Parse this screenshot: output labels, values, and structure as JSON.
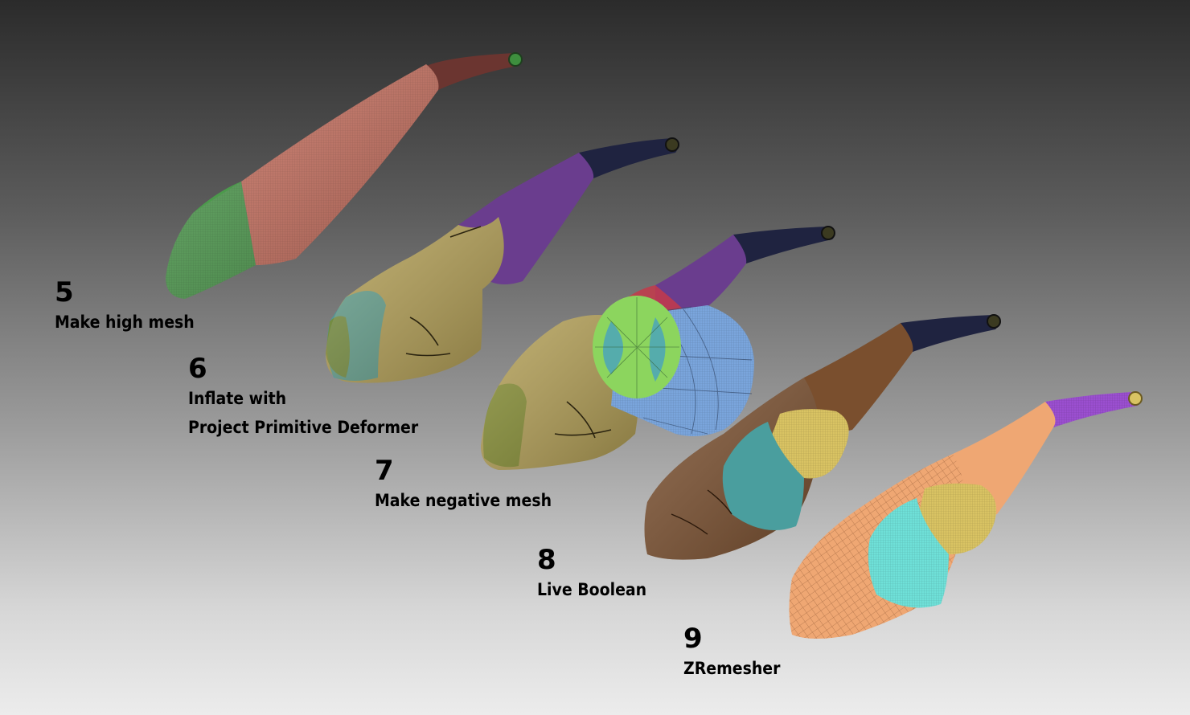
{
  "steps": [
    {
      "num": "5",
      "caption_lines": [
        "Make high mesh"
      ]
    },
    {
      "num": "6",
      "caption_lines": [
        "Inflate with",
        "Project Primitive Deformer"
      ]
    },
    {
      "num": "7",
      "caption_lines": [
        "Make negative mesh"
      ]
    },
    {
      "num": "8",
      "caption_lines": [
        "Live Boolean"
      ]
    },
    {
      "num": "9",
      "caption_lines": [
        "ZRemesher"
      ]
    }
  ],
  "colors": {
    "bg_top": "#2b2b2b",
    "bg_bottom": "#ececec",
    "salmon": "#c9705f",
    "green": "#4c9a4c",
    "dark_red": "#6b3530",
    "purple": "#6a3d8e",
    "navy": "#1f2340",
    "olive_yellow": "#b39f55",
    "teal": "#4a9e9e",
    "blue_box": "#7aa5dc",
    "lime": "#8cd55e",
    "brown": "#7a4f2e",
    "orange_mesh": "#efa773",
    "violet_mesh": "#9b4fd0",
    "yellow_mesh": "#d9c363",
    "cyan_mesh": "#6fe0d8"
  }
}
